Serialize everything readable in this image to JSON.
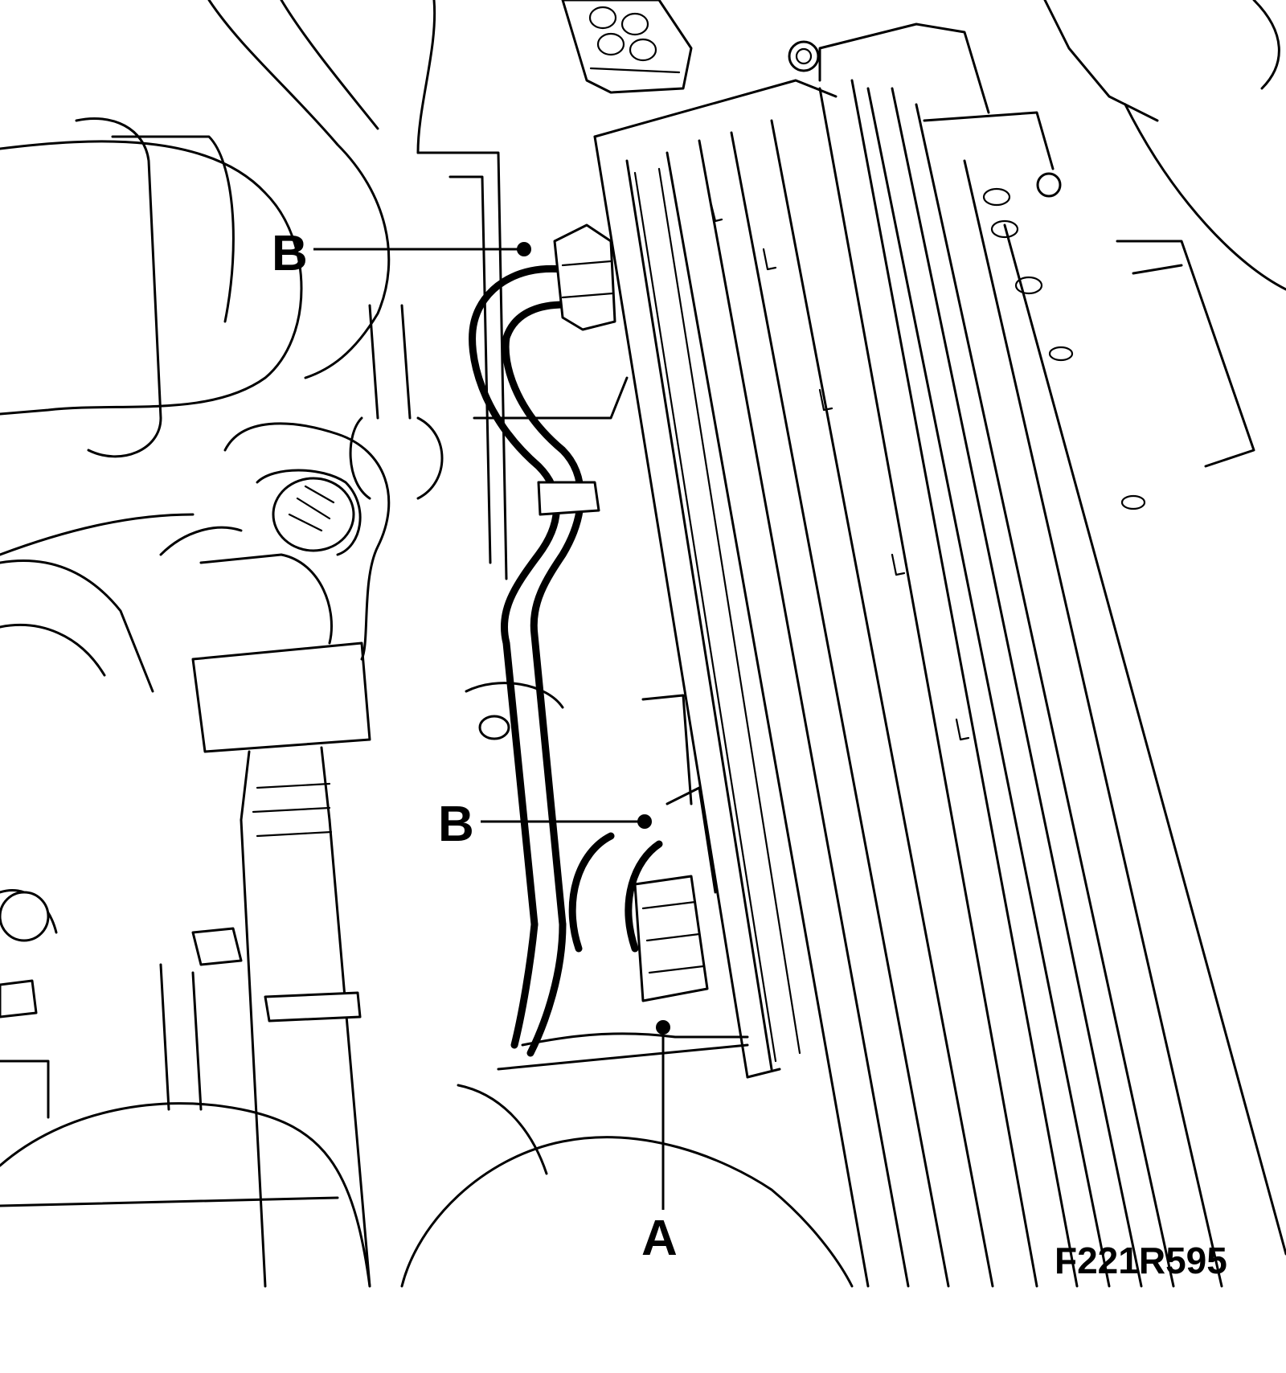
{
  "figure": {
    "reference_code": "F221R595"
  },
  "callouts": [
    {
      "id": "B1",
      "label": "B"
    },
    {
      "id": "B2",
      "label": "B"
    },
    {
      "id": "A",
      "label": "A"
    }
  ],
  "colors": {
    "ink": "#000000",
    "paper": "#ffffff"
  }
}
